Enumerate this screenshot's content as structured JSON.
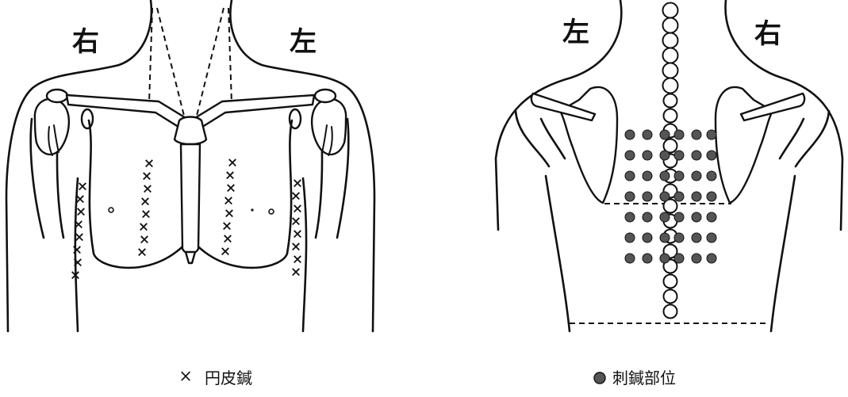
{
  "front_view": {
    "label_right": "右",
    "label_left": "左",
    "legend_symbol": "×",
    "legend_text": "円皮鍼"
  },
  "back_view": {
    "label_left": "左",
    "label_right": "右",
    "legend_text": "刺鍼部位"
  },
  "colors": {
    "line": "#111111",
    "needle_dot": "#555555",
    "background": "#ffffff"
  }
}
